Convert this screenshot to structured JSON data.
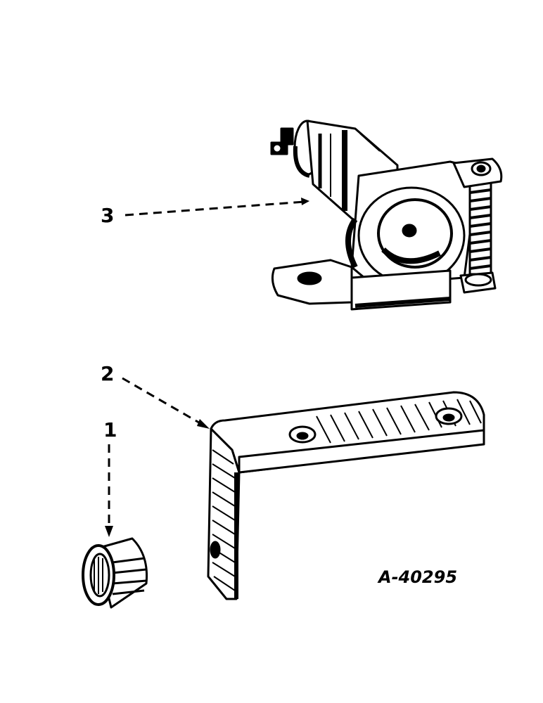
{
  "callouts": {
    "part_1": "1",
    "part_2": "2",
    "part_3": "3"
  },
  "drawing_number": "A-40295",
  "icons": [
    "bushing-icon",
    "bracket-icon",
    "solenoid-icon"
  ],
  "colors": {
    "ink": "#000000",
    "paper": "#ffffff"
  }
}
